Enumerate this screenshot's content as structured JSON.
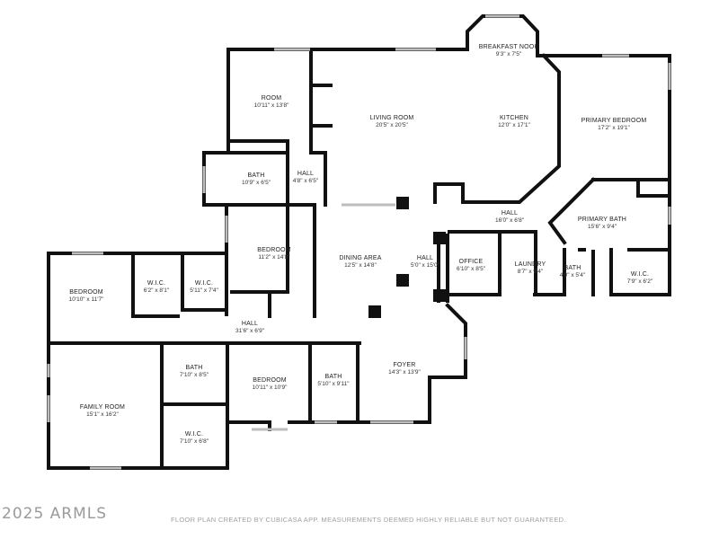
{
  "floorplan": {
    "rooms": [
      {
        "id": "breakfast-nook",
        "name": "BREAKFAST NOOK",
        "dims": "9'3\" x 7'5\""
      },
      {
        "id": "room",
        "name": "ROOM",
        "dims": "10'11\" x 13'8\""
      },
      {
        "id": "living-room",
        "name": "LIVING ROOM",
        "dims": "20'5\" x 20'5\""
      },
      {
        "id": "kitchen",
        "name": "KITCHEN",
        "dims": "12'0\" x 17'1\""
      },
      {
        "id": "primary-bedroom",
        "name": "PRIMARY BEDROOM",
        "dims": "17'2\" x 19'1\""
      },
      {
        "id": "bath-1",
        "name": "BATH",
        "dims": "10'9\" x 6'5\""
      },
      {
        "id": "hall-1",
        "name": "HALL",
        "dims": "4'8\" x 6'5\""
      },
      {
        "id": "hall-2",
        "name": "HALL",
        "dims": "16'0\" x 6'8\""
      },
      {
        "id": "primary-bath",
        "name": "PRIMARY BATH",
        "dims": "15'6\" x 9'4\""
      },
      {
        "id": "bedroom-1",
        "name": "BEDROOM",
        "dims": "11'2\" x 14'8\""
      },
      {
        "id": "dining-area",
        "name": "DINING AREA",
        "dims": "12'5\" x 14'8\""
      },
      {
        "id": "hall-3",
        "name": "HALL",
        "dims": "5'0\" x 15'0\""
      },
      {
        "id": "office",
        "name": "OFFICE",
        "dims": "6'10\" x 8'5\""
      },
      {
        "id": "laundry",
        "name": "LAUNDRY",
        "dims": "8'7\" x 9'4\""
      },
      {
        "id": "bath-2",
        "name": "BATH",
        "dims": "4'0\" x 5'4\""
      },
      {
        "id": "wic-1",
        "name": "W.I.C.",
        "dims": "7'9\" x 6'2\""
      },
      {
        "id": "bedroom-2",
        "name": "BEDROOM",
        "dims": "10'10\" x 11'7\""
      },
      {
        "id": "wic-2",
        "name": "W.I.C.",
        "dims": "6'2\" x 8'1\""
      },
      {
        "id": "wic-3",
        "name": "W.I.C.",
        "dims": "5'11\" x 7'4\""
      },
      {
        "id": "hall-4",
        "name": "HALL",
        "dims": "31'6\" x 6'9\""
      },
      {
        "id": "family-room",
        "name": "FAMILY ROOM",
        "dims": "15'1\" x 16'2\""
      },
      {
        "id": "bath-3",
        "name": "BATH",
        "dims": "7'10\" x 8'5\""
      },
      {
        "id": "bedroom-3",
        "name": "BEDROOM",
        "dims": "10'11\" x 10'9\""
      },
      {
        "id": "bath-4",
        "name": "BATH",
        "dims": "5'10\" x 9'11\""
      },
      {
        "id": "foyer",
        "name": "FOYER",
        "dims": "14'3\" x 13'9\""
      },
      {
        "id": "wic-4",
        "name": "W.I.C.",
        "dims": "7'10\" x 6'8\""
      }
    ]
  },
  "footer": {
    "copyright": "2025 ARMLS",
    "note": "FLOOR PLAN CREATED BY CUBICASA APP. MEASUREMENTS DEEMED HIGHLY RELIABLE BUT NOT GUARANTEED."
  },
  "colors": {
    "wall": "#111111",
    "window": "#bdbdbd",
    "footer_text": "#9a9a9a"
  }
}
